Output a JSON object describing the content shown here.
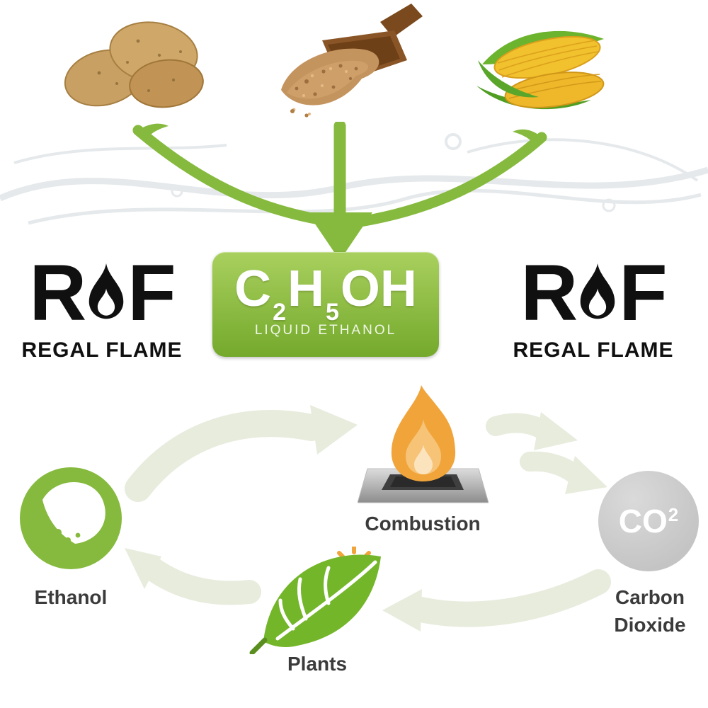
{
  "colors": {
    "brand_green": "#86ba3e",
    "box_green_light": "#a9d05e",
    "box_green_dark": "#74a92c",
    "logo_black": "#101010",
    "flame_orange": "#f0a43a",
    "flame_orange_light": "#f6c377",
    "flame_core": "#fbe4bd",
    "co2_gray": "#c4c4c4",
    "label_dark": "#3b3b3b",
    "arrow_pale": "#e7ecdd",
    "leaf_green": "#74b62a",
    "potato_tan": "#c9a063",
    "sugar_brown": "#c4945f",
    "corn_yellow": "#f2c12e",
    "splash_gray": "#dfe4e7"
  },
  "sources": {
    "left_icon": "potatoes",
    "center_icon": "brown-sugar-scoop",
    "right_icon": "corn-cobs"
  },
  "logo": {
    "letter_r": "R",
    "letter_f": "F",
    "wordmark": "REGAL FLAME"
  },
  "formula": {
    "c": "C",
    "sub2": "2",
    "h": "H",
    "sub5": "5",
    "oh": "OH",
    "subtitle": "LIQUID ETHANOL"
  },
  "cycle": {
    "combustion": "Combustion",
    "co2": "CO",
    "co2_sup": "2",
    "carbon_line1": "Carbon",
    "carbon_line2": "Dioxide",
    "ethanol": "Ethanol",
    "plants": "Plants"
  }
}
